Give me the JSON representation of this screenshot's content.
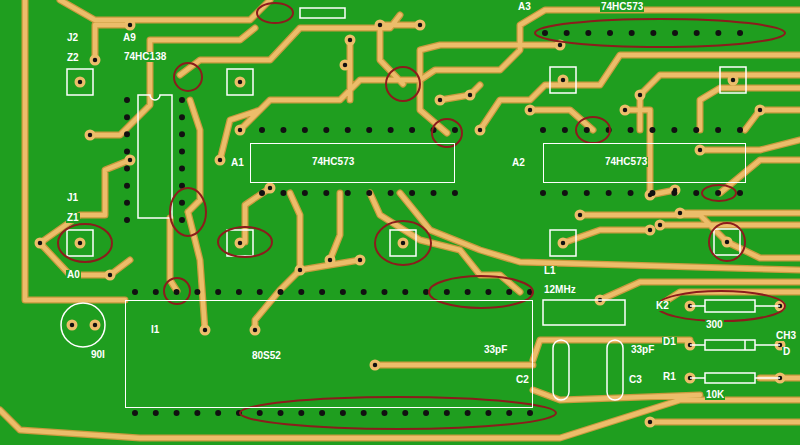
{
  "diagram": {
    "nodes": [
      {
        "text": [
          "74HC573"
        ]
      },
      {
        "text": [
          "74HC573"
        ]
      },
      {
        "text": [
          "80S52"
        ]
      }
    ],
    "labels": [
      "A3",
      "74HC573",
      "J2",
      "A9",
      "74HC138",
      "Z2",
      "A1",
      "A2",
      "J1",
      "Z1",
      "A0",
      "L1",
      "12MHz",
      "I1",
      "90I",
      "33pF",
      "C2",
      "33pF",
      "C3",
      "K2",
      "300",
      "D1",
      "D",
      "CH3",
      "R1",
      "10K"
    ]
  }
}
